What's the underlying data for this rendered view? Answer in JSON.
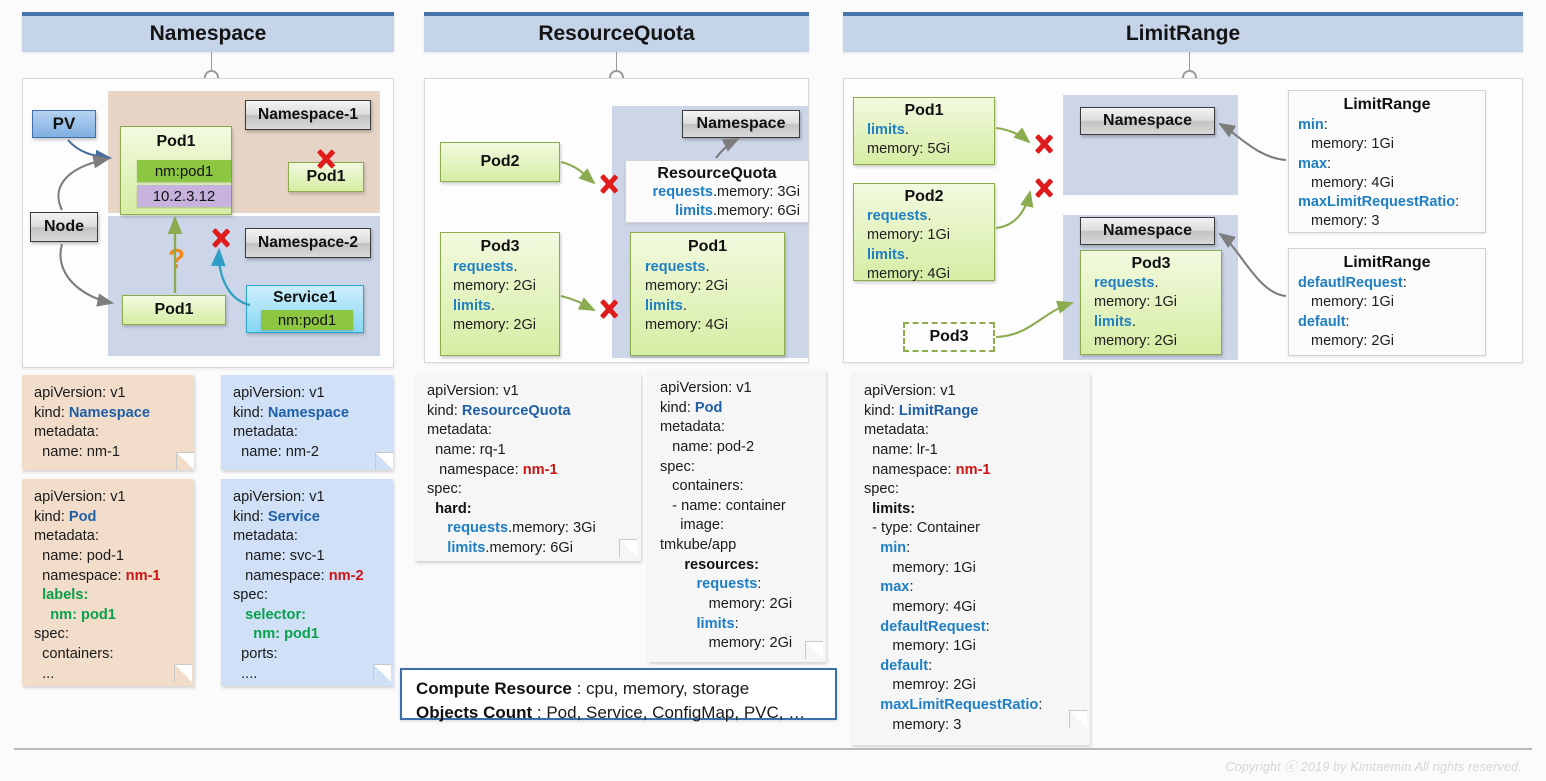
{
  "panels": [
    {
      "title": "Namespace"
    },
    {
      "title": "ResourceQuota"
    },
    {
      "title": "LimitRange"
    }
  ],
  "namespace_panel": {
    "pv_label": "PV",
    "node_label": "Node",
    "ns1_label": "Namespace-1",
    "ns2_label": "Namespace-2",
    "pod1_a_title": "Pod1",
    "pod1_a_tag": "nm:pod1",
    "pod1_a_ip": "10.2.3.12",
    "pod1_b_title": "Pod1",
    "pod1_c_title": "Pod1",
    "service_title": "Service1",
    "service_tag": "nm:pod1",
    "question_mark": "?"
  },
  "resourcequota_panel": {
    "namespace_label": "Namespace",
    "pod2_title": "Pod2",
    "quota_title": "ResourceQuota",
    "quota_line1_key": "requests",
    "quota_line1_val": ".memory: 3Gi",
    "quota_line2_key": "limits",
    "quota_line2_val": ".memory: 6Gi",
    "pod3_title": "Pod3",
    "pod3_requests_key": "requests",
    "pod3_requests_val": "memory: 2Gi",
    "pod3_limits_key": "limits",
    "pod3_limits_val": "memory: 2Gi",
    "pod1_title": "Pod1",
    "pod1_requests_key": "requests",
    "pod1_requests_val": "memory: 2Gi",
    "pod1_limits_key": "limits",
    "pod1_limits_val": "memory: 4Gi"
  },
  "limitrange_panel": {
    "pod1_title": "Pod1",
    "pod1_limits_key": "limits",
    "pod1_limits_val": "memory: 5Gi",
    "pod2_title": "Pod2",
    "pod2_requests_key": "requests",
    "pod2_requests_val": "memory: 1Gi",
    "pod2_limits_key": "limits",
    "pod2_limits_val": "memory: 4Gi",
    "pod3_ghost_title": "Pod3",
    "namespace_label_top": "Namespace",
    "namespace_label_bottom": "Namespace",
    "pod3_title": "Pod3",
    "pod3_requests_key": "requests",
    "pod3_requests_val": "memory: 1Gi",
    "pod3_limits_key": "limits",
    "pod3_limits_val": "memory: 2Gi",
    "lr_top_title": "LimitRange",
    "lr_top_min_key": "min",
    "lr_top_min_val": "memory: 1Gi",
    "lr_top_max_key": "max",
    "lr_top_max_val": "memory: 4Gi",
    "lr_top_ratio_key": "maxLimitRequestRatio",
    "lr_top_ratio_val": "memory: 3",
    "lr_bottom_title": "LimitRange",
    "lr_bottom_defreq_key": "defautlRequest",
    "lr_bottom_defreq_val": "memory: 1Gi",
    "lr_bottom_def_key": "default",
    "lr_bottom_def_val": "memory: 2Gi"
  },
  "notes": {
    "ns1": {
      "l1": "apiVersion: v1",
      "l2_k": "kind: ",
      "l2_v": "Namespace",
      "l3": "metadata:",
      "l4": "  name: nm-1"
    },
    "ns2": {
      "l1": "apiVersion: v1",
      "l2_k": "kind: ",
      "l2_v": "Namespace",
      "l3": "metadata:",
      "l4": "  name: nm-2"
    },
    "pod": {
      "l1": "apiVersion: v1",
      "l2_k": "kind: ",
      "l2_v": "Pod",
      "l3": "metadata:",
      "l4": "  name: pod-1",
      "l5_k": "  namespace: ",
      "l5_v": "nm-1",
      "l6": "  labels:",
      "l7": "    nm: pod1",
      "l8": "spec:",
      "l9": "  containers:",
      "l10": "  ..."
    },
    "service": {
      "l1": "apiVersion: v1",
      "l2_k": "kind: ",
      "l2_v": "Service",
      "l3": "metadata:",
      "l4": "   name: svc-1",
      "l5_k": "   namespace: ",
      "l5_v": "nm-2",
      "l6": "spec:",
      "l7": "   selector:",
      "l8": "     nm: pod1",
      "l9": "  ports:",
      "l10": "  ...."
    },
    "rq": {
      "l1": "apiVersion: v1",
      "l2_k": "kind: ",
      "l2_v": "ResourceQuota",
      "l3": "metadata:",
      "l4": "  name: rq-1",
      "l5_k": "   namespace: ",
      "l5_v": "nm-1",
      "l6": "spec:",
      "l7": "  hard:",
      "l8_k": "     requests",
      "l8_v": ".memory: 3Gi",
      "l9_k": "     limits",
      "l9_v": ".memory: 6Gi"
    },
    "pod2": {
      "l1": "apiVersion: v1",
      "l2_k": "kind: ",
      "l2_v": "Pod",
      "l3": "metadata:",
      "l4": "   name: pod-2",
      "l5": "spec:",
      "l6": "   containers:",
      "l7": "   - name: container",
      "l8": "     image:",
      "l9": "tmkube/app",
      "l10": "      resources:",
      "l11_k": "         requests",
      "l11_v": ":",
      "l12": "            memory: 2Gi",
      "l13_k": "         limits",
      "l13_v": ":",
      "l14": "            memory: 2Gi"
    },
    "lr": {
      "l1": "apiVersion: v1",
      "l2_k": "kind: ",
      "l2_v": "LimitRange",
      "l3": "metadata:",
      "l4": "  name: lr-1",
      "l5_k": "  namespace: ",
      "l5_v": "nm-1",
      "l6": "spec:",
      "l7": "  limits:",
      "l8": "  - type: Container",
      "l9_k": "    min",
      "l9_v": ":",
      "l10": "       memory: 1Gi",
      "l11_k": "    max",
      "l11_v": ":",
      "l12": "       memory: 4Gi",
      "l13_k": "    defaultRequest",
      "l13_v": ":",
      "l14": "       memory: 1Gi",
      "l15_k": "    default",
      "l15_v": ":",
      "l16": "       memroy: 2Gi",
      "l17_k": "    maxLimitRequestRatio",
      "l17_v": ":",
      "l18": "       memory: 3"
    }
  },
  "legend": {
    "line1_key": "Compute Resource",
    "line1_val": " : cpu, memory, storage",
    "line2_key": "Objects Count",
    "line2_val": " : Pod, Service, ConfigMap, PVC, …"
  },
  "footer": {
    "copyright": "Copyright ⓒ 2019 by Kimtaemin All rights reserved."
  },
  "colors": {
    "header_blue": "#c6d4ea",
    "header_border": "#4775a8",
    "accent_key": "#1f7fc4",
    "accent_red": "#cc1414",
    "accent_green": "#09a04c",
    "pod_green": "#d6eda4",
    "ns1_tan": "#e6d5c6",
    "ns2_blue": "#ccd6e8"
  }
}
